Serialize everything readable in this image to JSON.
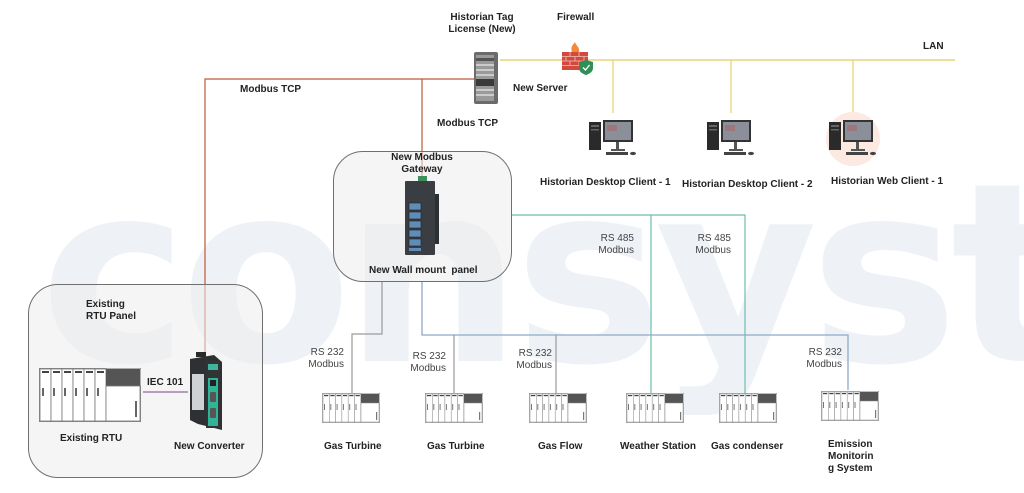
{
  "watermark": "consyst",
  "colors": {
    "lan_line": "#e8d47a",
    "modbus_tcp_line": "#c0583a",
    "rs485_line": "#6bbfae",
    "rs232_line": "#9a9a9a",
    "rs232_blue_line": "#8fa8c8",
    "iec101_line": "#7a3a8a",
    "panel_border": "#6f6f6f"
  },
  "top": {
    "historian_tag_license": "Historian Tag License (New)",
    "historian_tag_license_line1": "Historian Tag",
    "historian_tag_license_line2": "License (New)",
    "firewall": "Firewall",
    "lan": "LAN",
    "new_server": "New Server"
  },
  "links": {
    "modbus_tcp_left": "Modbus TCP",
    "modbus_tcp_right": "Modbus TCP",
    "iec101": "IEC 101",
    "rs485": [
      {
        "line1": "RS 485",
        "line2": "Modbus"
      },
      {
        "line1": "RS 485",
        "line2": "Modbus"
      }
    ],
    "rs232": [
      {
        "line1": "RS 232",
        "line2": "Modbus"
      },
      {
        "line1": "RS 232",
        "line2": "Modbus"
      },
      {
        "line1": "RS 232",
        "line2": "Modbus"
      },
      {
        "line1": "RS 232",
        "line2": "Modbus"
      }
    ]
  },
  "clients": [
    {
      "label": "Historian Desktop Client - 1"
    },
    {
      "label": "Historian Desktop Client - 2"
    },
    {
      "label": "Historian Web Client - 1"
    }
  ],
  "gateway_panel": {
    "title_line1": "New Modbus",
    "title_line2": "Gateway",
    "footer": "New Wall mount  panel"
  },
  "rtu_panel": {
    "title_line1": "Existing",
    "title_line2": "RTU Panel",
    "rtu_label": "Existing RTU",
    "converter_label": "New Converter"
  },
  "devices": [
    {
      "label": "Gas Turbine"
    },
    {
      "label": "Gas Turbine"
    },
    {
      "label": "Gas Flow"
    },
    {
      "label": "Weather Station"
    },
    {
      "label": "Gas condenser"
    },
    {
      "label_line1": "Emission",
      "label_line2": "Monitorin",
      "label_line3": "g System"
    }
  ]
}
